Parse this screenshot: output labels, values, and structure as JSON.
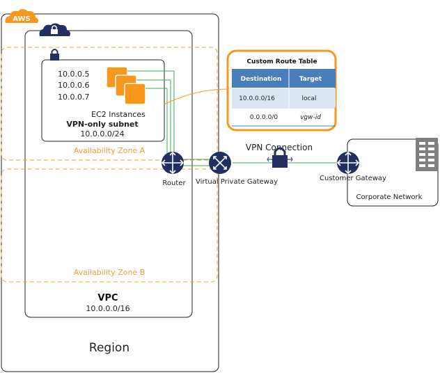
{
  "aws_badge": "AWS",
  "region_label": "Region",
  "vpc": {
    "label": "VPC",
    "cidr": "10.0.0.0/16"
  },
  "availability_zones": [
    "Availability Zone A",
    "Availability Zone B"
  ],
  "subnet": {
    "ips": [
      "10.0.0.5",
      "10.0.0.6",
      "10.0.0.7"
    ],
    "instances_label": "EC2 Instances",
    "name": "VPN-only subnet",
    "cidr": "10.0.0.0/24"
  },
  "route_table": {
    "title": "Custom Route Table",
    "headers": [
      "Destination",
      "Target"
    ],
    "rows": [
      [
        "10.0.0.0/16",
        "local"
      ],
      [
        "0.0.0.0/0",
        "vgw-id"
      ]
    ]
  },
  "labels": {
    "router": "Router",
    "vpg": "Virtual Private Gateway",
    "vpn_connection": "VPN Connection",
    "customer_gateway": "Customer Gateway",
    "corporate_network": "Corporate Network"
  },
  "colors": {
    "az_border": "#f0a030",
    "aws_badge": "#f7981d",
    "instance": "#f7981d",
    "route_table_border": "#f7981d",
    "table_header": "#4a7ebb",
    "table_row_alt": "#dce6f2",
    "connection_line": "#3aaa5a",
    "gateway_icon": "#232f5e",
    "server_icon": "#7f7f7f"
  }
}
